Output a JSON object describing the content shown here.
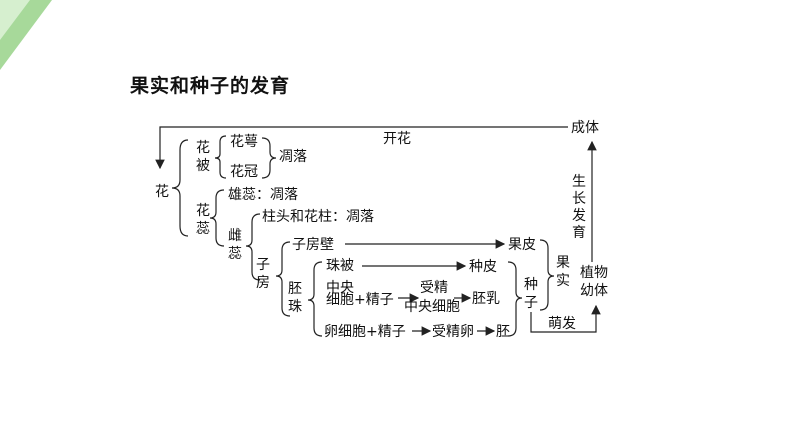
{
  "title": "果实和种子的发育",
  "accent_color": "#a7d99a",
  "nodes": {
    "flower": "花",
    "perianth": "花被",
    "sepal": "花萼",
    "petal": "花冠",
    "withers_1": "凋落",
    "pistil_stamen": "花蕊",
    "stamen": "雄蕊：凋落",
    "pistil": "雌蕊",
    "stigma_style": "柱头和花柱：凋落",
    "ovary": "子房",
    "ovary_wall": "子房壁",
    "pericarp": "果皮",
    "ovule": "胚珠",
    "integument": "珠被",
    "seed_coat": "种皮",
    "central": "中央",
    "cell": "细胞",
    "plus_sperm_1": "+精子",
    "fertilized": "受精",
    "central_cell": "中央细胞",
    "endosperm": "胚乳",
    "egg_plus_sperm": "卵细胞+精子",
    "fertilized_egg": "受精卵",
    "embryo": "胚",
    "seed": "种子",
    "fruit": "果实",
    "seedling": "植物幼体",
    "germination": "萌发",
    "growth": "生长发育",
    "adult": "成体",
    "flowering": "开花"
  }
}
